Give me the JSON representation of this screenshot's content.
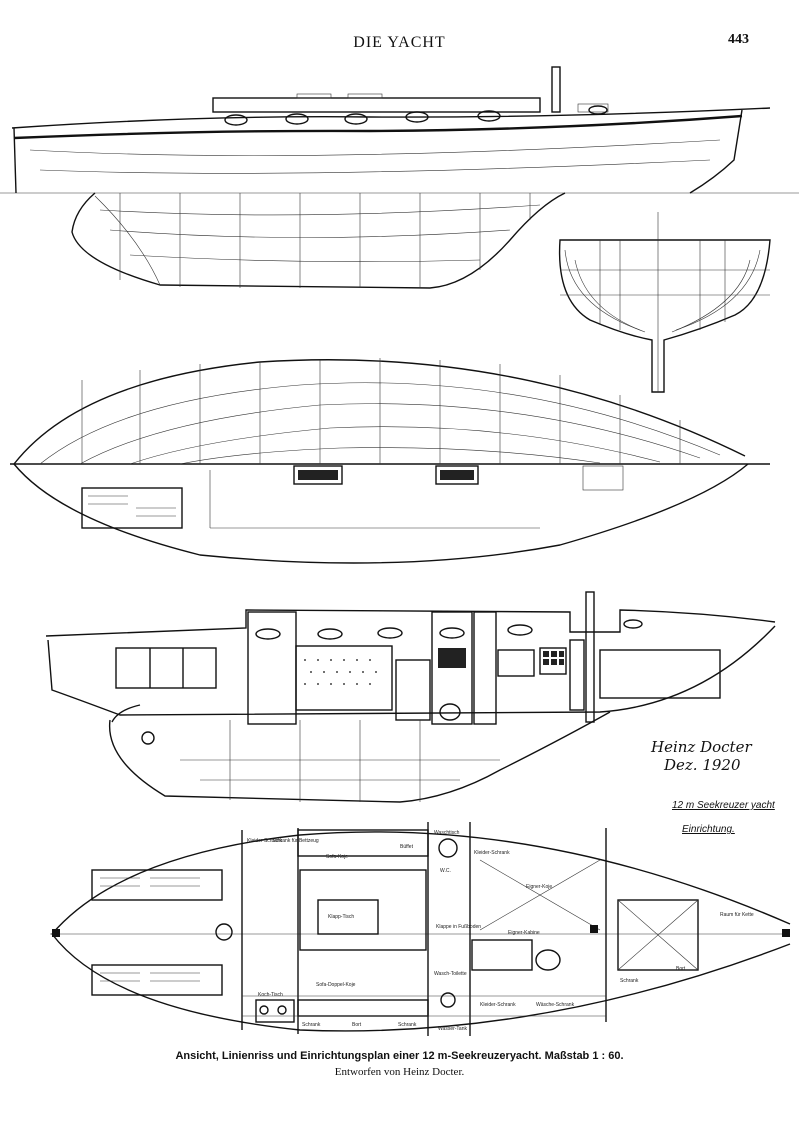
{
  "header": {
    "title": "DIE YACHT",
    "page_number": "443"
  },
  "drawing": {
    "signature_name": "Heinz Docter",
    "signature_date": "Dez. 1920",
    "design_title": "12 m Seekreuzer yacht",
    "design_subtitle": "Einrichtung.",
    "cabin_labels": [
      "Kleider Schrank",
      "Schrank für Bettzeug",
      "Sofa-Koje",
      "Büffet",
      "Waschtisch",
      "W.C.",
      "Kleider-Schrank",
      "Eigner-Koje",
      "Klappe in Fußboden",
      "Klapp-Tisch",
      "Sofa-Doppel-Koje",
      "Eigner-Kabine",
      "Schrank",
      "Bort",
      "Raum für Kette",
      "Koch-Tisch",
      "Wasch-Toilette",
      "Kleider-Schrank",
      "Wäsche-Schrank",
      "Schrank",
      "Bort",
      "Schrank",
      "Wasser-Tank"
    ]
  },
  "caption": {
    "line1": "Ansicht, Linienriss und Einrichtungsplan einer 12 m-Seekreuzeryacht.   Maßstab 1 : 60.",
    "line2": "Entworfen von Heinz Docter."
  }
}
